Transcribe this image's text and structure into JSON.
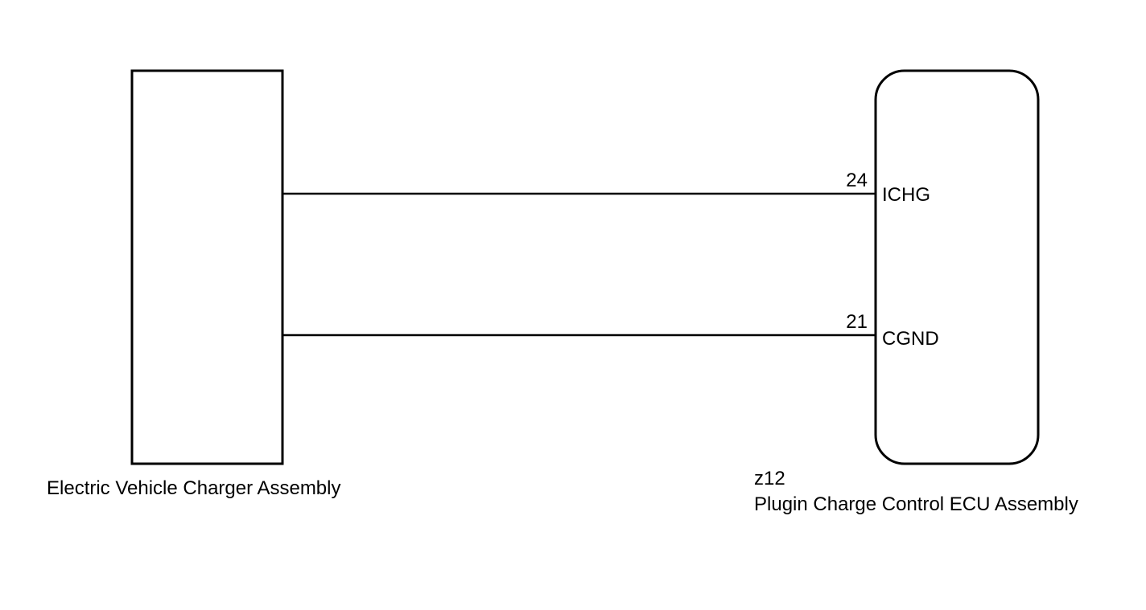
{
  "components": {
    "left": {
      "name": "Electric Vehicle Charger Assembly"
    },
    "right": {
      "code": "z12",
      "name": "Plugin Charge Control ECU Assembly"
    }
  },
  "wires": [
    {
      "pin": "24",
      "signal": "ICHG"
    },
    {
      "pin": "21",
      "signal": "CGND"
    }
  ],
  "colors": {
    "line": "#000000",
    "background": "#ffffff"
  }
}
